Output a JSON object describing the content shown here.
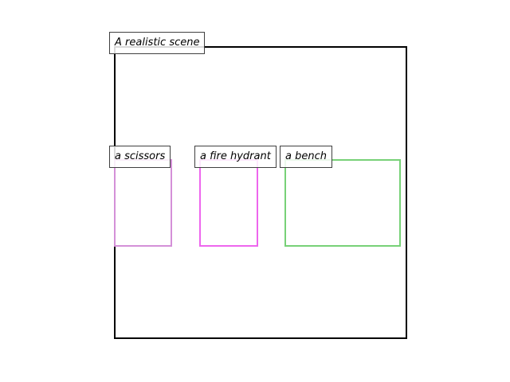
{
  "scene": {
    "caption": "A realistic scene",
    "border_color": "#000000"
  },
  "boxes": [
    {
      "caption": "a scissors",
      "color": "#d490d8"
    },
    {
      "caption": "a fire hydrant",
      "color": "#ee66ee"
    },
    {
      "caption": "a bench",
      "color": "#77d177"
    }
  ]
}
